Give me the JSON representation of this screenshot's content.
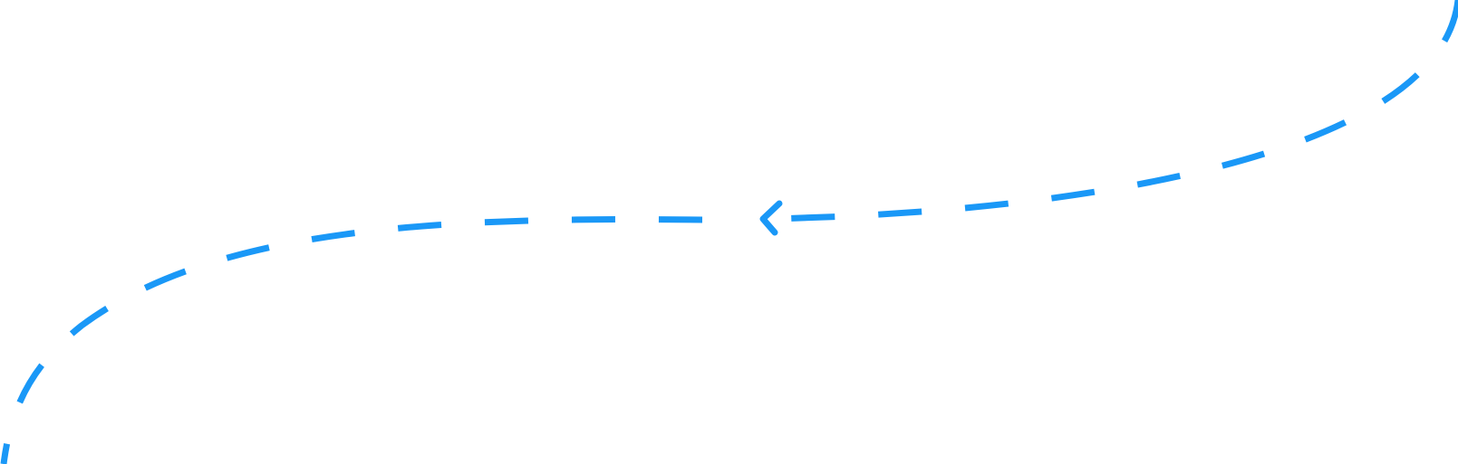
{
  "connector": {
    "style": "dashed",
    "color": "#1a98f7",
    "direction": "right-to-left",
    "arrowhead": "open-chevron"
  }
}
